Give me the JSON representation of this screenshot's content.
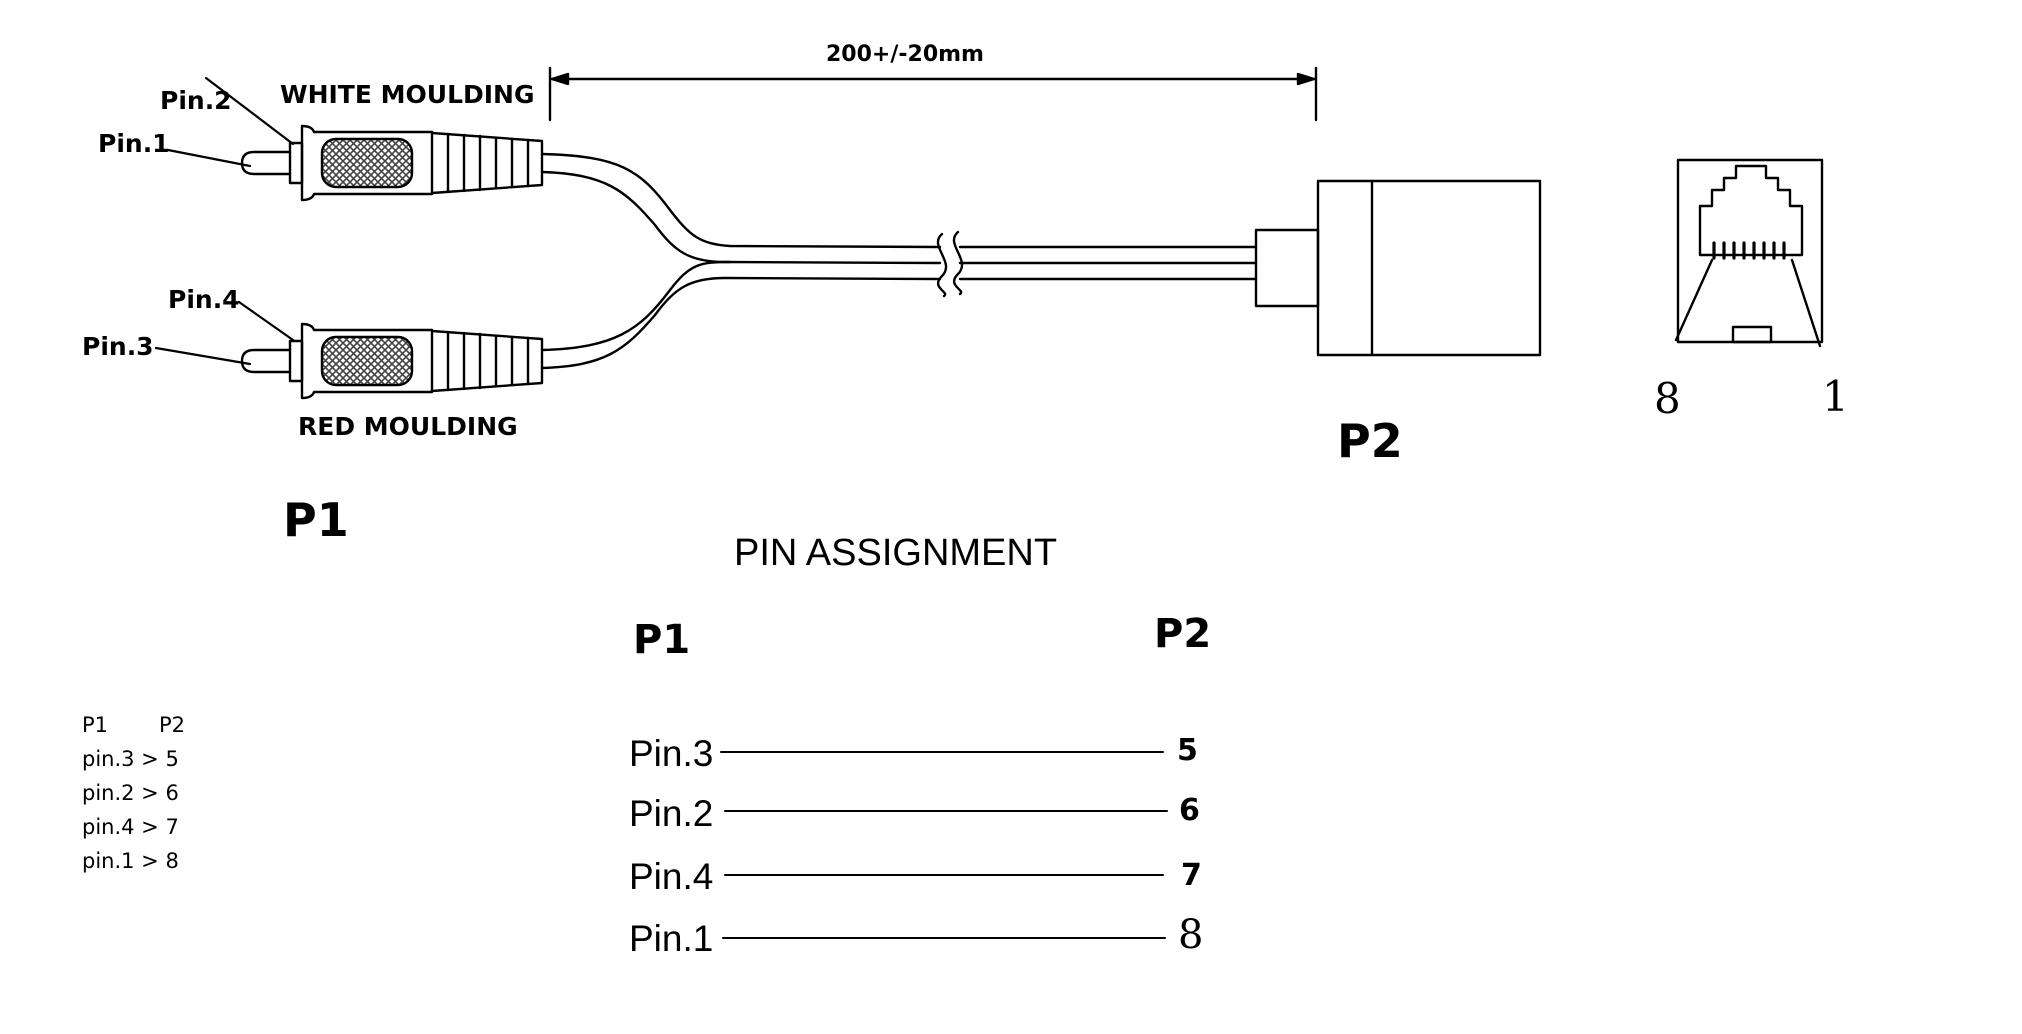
{
  "top": {
    "dimension": "200+/-20mm",
    "white_moulding": "WHITE MOULDING",
    "red_moulding": "RED MOULDING",
    "pin1": "Pin.1",
    "pin2": "Pin.2",
    "pin3": "Pin.3",
    "pin4": "Pin.4",
    "p1": "P1",
    "p2": "P2",
    "jack_pin_left": "8",
    "jack_pin_right": "1"
  },
  "assignment": {
    "title": "PIN ASSIGNMENT",
    "col_p1": "P1",
    "col_p2": "P2",
    "rows": [
      {
        "from": "Pin.3",
        "to": "5"
      },
      {
        "from": "Pin.2",
        "to": "6"
      },
      {
        "from": "Pin.4",
        "to": "7"
      },
      {
        "from": "Pin.1",
        "to": "8"
      }
    ]
  },
  "mapping_text": {
    "header_p1": "P1",
    "header_p2": "P2",
    "lines": [
      "pin.3 > 5",
      "pin.2 > 6",
      "pin.4 > 7",
      "pin.1 > 8"
    ]
  },
  "colors": {
    "line": "#000000",
    "knurl": "#5a5a5a",
    "background": "#ffffff"
  }
}
